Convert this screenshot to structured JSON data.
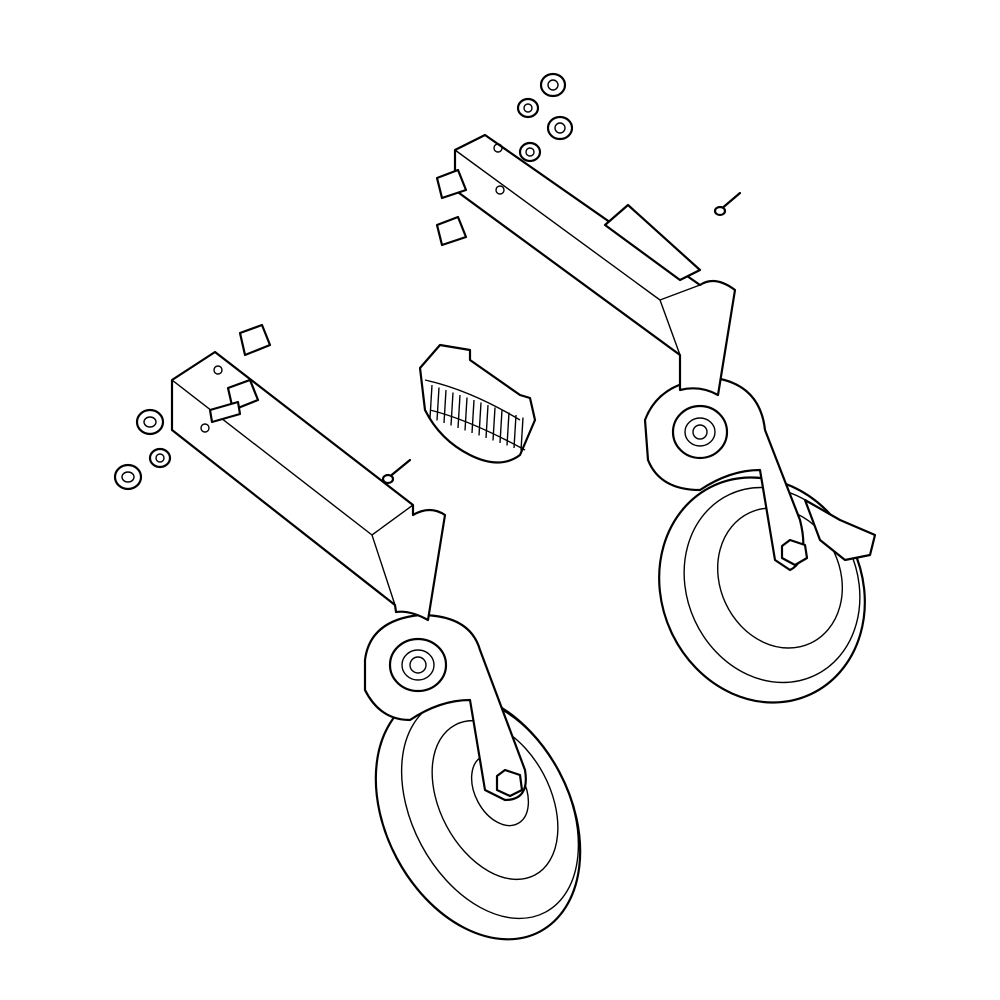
{
  "colors": {
    "stroke": "#000000",
    "background": "#ffffff"
  },
  "parts": [
    "bracket-left",
    "bracket-right",
    "caster-wheel-left",
    "caster-wheel-right",
    "rubber-pad",
    "nuts",
    "washers",
    "screws",
    "bolts"
  ]
}
